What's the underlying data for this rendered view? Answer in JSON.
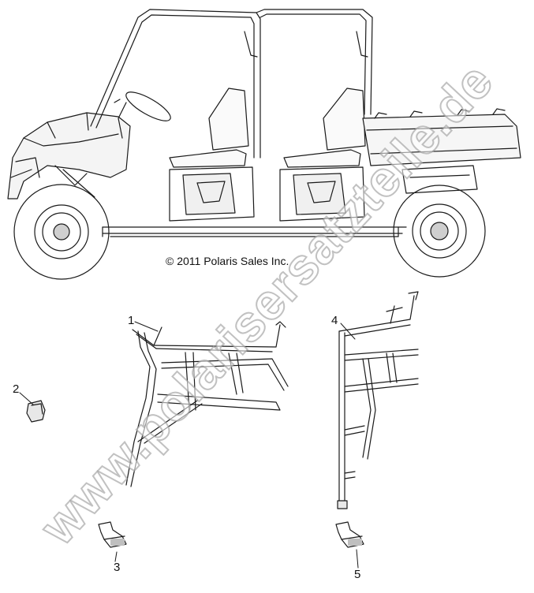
{
  "copyright": "© 2011 Polaris Sales Inc.",
  "watermark": "www.polarisersatzteile.de",
  "callouts": [
    {
      "id": "1",
      "label": "1"
    },
    {
      "id": "2",
      "label": "2"
    },
    {
      "id": "3",
      "label": "3"
    },
    {
      "id": "4",
      "label": "4"
    },
    {
      "id": "5",
      "label": "5"
    }
  ],
  "colors": {
    "line": "#1a1a1a",
    "shade": "#d4d4d4",
    "watermark_stroke": "#a0a0a0"
  }
}
